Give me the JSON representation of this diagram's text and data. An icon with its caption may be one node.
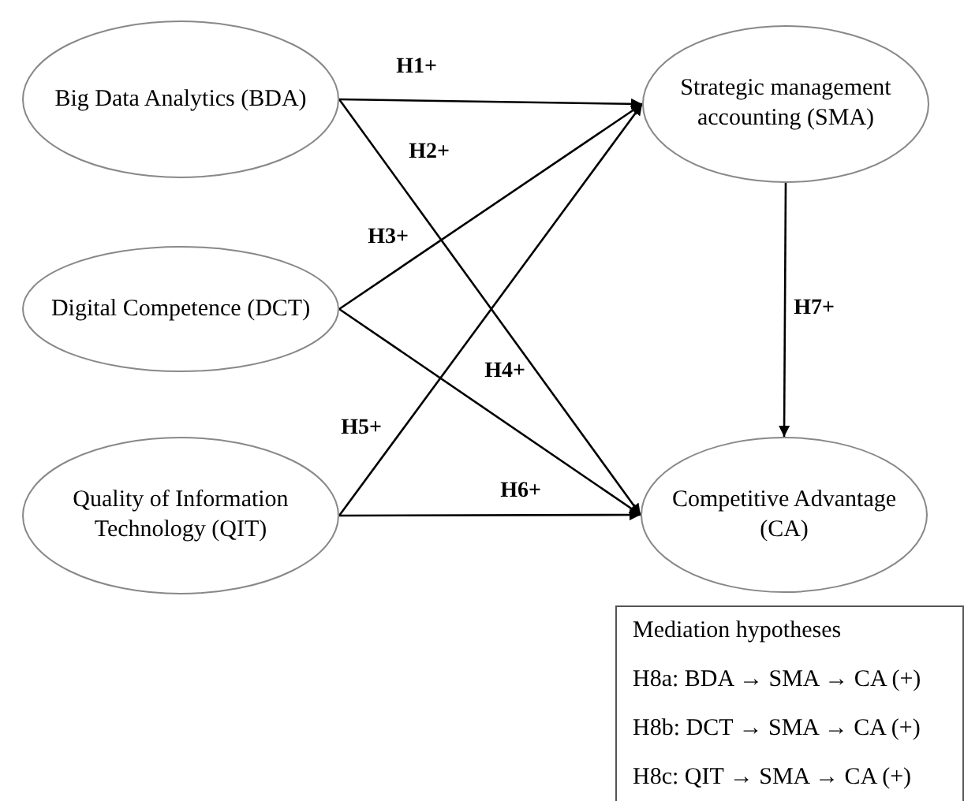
{
  "diagram": {
    "nodes": [
      {
        "text": [
          "Big Data Analytics (BDA)"
        ]
      },
      {
        "text": [
          "Strategic management accounting (SMA)"
        ]
      },
      {
        "text": [
          "Digital Competence (DCT)"
        ]
      },
      {
        "text": [
          "Quality of Information Technology (QIT)"
        ]
      },
      {
        "text": [
          "Competitive Advantage (CA)"
        ]
      },
      {
        "text": [
          "Mediation hypotheses",
          "H8a: BDA → SMA → CA (+)",
          "H8b: DCT → SMA → CA (+)",
          "H8c: QIT → SMA → CA (+)"
        ]
      }
    ],
    "edges": [
      {
        "from": 0,
        "to": 1,
        "arrow": "to",
        "label": "H1+"
      },
      {
        "from": 0,
        "to": 4,
        "arrow": "to",
        "label": "H2+"
      },
      {
        "from": 2,
        "to": 1,
        "arrow": "to",
        "label": "H3+"
      },
      {
        "from": 2,
        "to": 4,
        "arrow": "to",
        "label": "H4+"
      },
      {
        "from": 3,
        "to": 1,
        "arrow": "to",
        "label": "H5+"
      },
      {
        "from": 3,
        "to": 4,
        "arrow": "to",
        "label": "H6+"
      },
      {
        "from": 1,
        "to": 4,
        "arrow": "to",
        "label": "H7+"
      }
    ]
  }
}
